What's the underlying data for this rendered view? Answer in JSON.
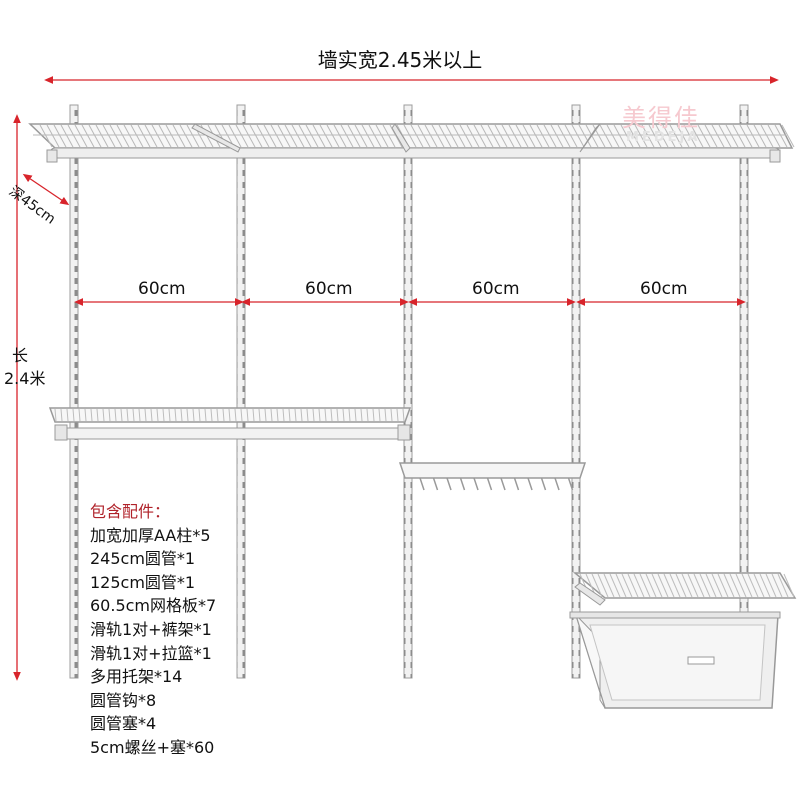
{
  "title": "墙实宽2.45米以上",
  "depth_label": "深45cm",
  "height_label_line1": "长",
  "height_label_line2": "2.4米",
  "bay_widths": [
    "60cm",
    "60cm",
    "60cm",
    "60cm"
  ],
  "watermark": {
    "cn": "美得佳",
    "en": "MEDEJA"
  },
  "contents": {
    "heading": "包含配件：",
    "items": [
      "加宽加厚AA柱*5",
      "245cm圆管*1",
      "125cm圆管*1",
      "60.5cm网格板*7",
      "滑轨1对+裤架*1",
      "滑轨1对+拉篮*1",
      "多用托架*14",
      "圆管钩*8",
      "圆管塞*4",
      "5cm螺丝+塞*60"
    ]
  },
  "colors": {
    "dimension": "#d8242b",
    "wire": "#9a9a9a",
    "frame": "#e4e4e4",
    "heading": "#b0222a"
  }
}
